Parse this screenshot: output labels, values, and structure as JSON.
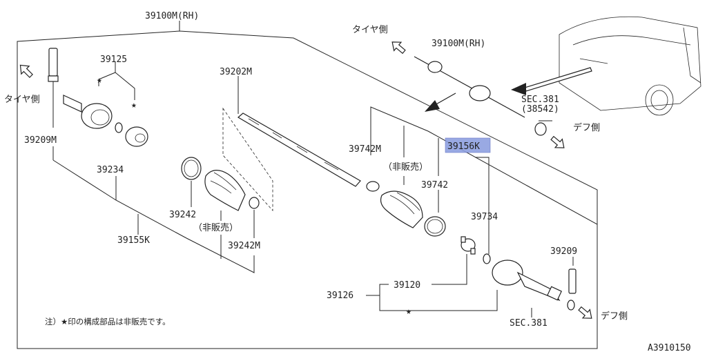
{
  "labels": {
    "assembly_rh": "39100M(RH)",
    "assembly_rh_top": "39100M(RH)",
    "joint_kit_outer": "39125",
    "shaft": "39202M",
    "outer_joint": "39209M",
    "snap_ring": "39234",
    "band_large": "39242",
    "band_small": "39242M",
    "not_sold_1": "（非販売）",
    "not_sold_2": "（非販売）",
    "boot_kit_outer": "39155K",
    "band_inner": "39742M",
    "band_inner2": "39742",
    "boot_kit_inner": "39156K",
    "circlip": "39734",
    "inner_joint": "39209",
    "spider": "39120",
    "housing": "39126",
    "sec381_a": "SEC.381",
    "sec381_paren": "(38542)",
    "sec381_b": "SEC.381",
    "tire_side_left": "タイヤ側",
    "tire_side_top": "タイヤ側",
    "diff_side_top": "デフ側",
    "diff_side_bottom": "デフ側",
    "footnote": "注）★印の構成部品は非販売です。",
    "figure_id": "A3910150"
  },
  "colors": {
    "line": "#222222",
    "highlight": "#8fa0e0"
  }
}
